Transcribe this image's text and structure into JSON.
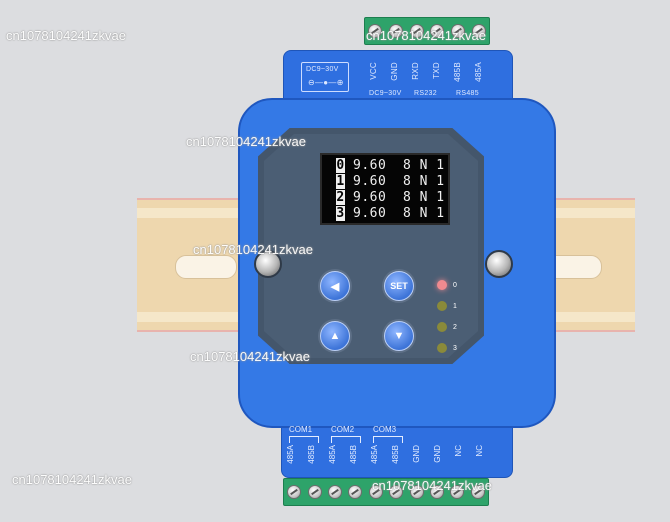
{
  "top_terminal": {
    "labels": [
      "VCC",
      "GND",
      "RXD",
      "TXD",
      "485B",
      "485A"
    ]
  },
  "top_groups": [
    "DC9~30V",
    "RS232",
    "RS485"
  ],
  "power_box": {
    "label": "DC9~30V",
    "symbol": "⊖—●—⊕"
  },
  "display": {
    "rows": [
      {
        "index": "0",
        "text": "9.60  8 N 1"
      },
      {
        "index": "1",
        "text": "9.60  8 N 1"
      },
      {
        "index": "2",
        "text": "9.60  8 N 1"
      },
      {
        "index": "3",
        "text": "9.60  8 N 1"
      }
    ]
  },
  "buttons": {
    "left": "◀",
    "set": "SET",
    "up": "▲",
    "down": "▼"
  },
  "leds": [
    {
      "label": "0",
      "color": "#f08a8f"
    },
    {
      "label": "1",
      "color": "#8a8a3a"
    },
    {
      "label": "2",
      "color": "#8a8a3a"
    },
    {
      "label": "3",
      "color": "#8a8a3a"
    }
  ],
  "bottom_terminal": {
    "groups": [
      "COM1",
      "COM2",
      "COM3"
    ],
    "labels": [
      "485A",
      "485B",
      "485A",
      "485B",
      "485A",
      "485B",
      "GND",
      "GND",
      "NC",
      "NC"
    ]
  },
  "watermark": "cn1078104241zkvae"
}
